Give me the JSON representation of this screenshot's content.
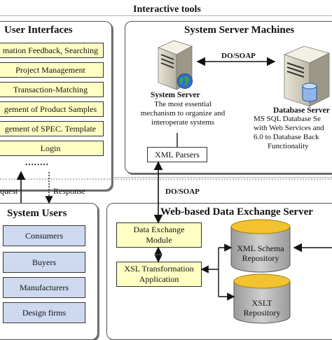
{
  "top_title": "Interactive tools",
  "user_interfaces": {
    "title": "User Interfaces",
    "items": [
      "mation Feedback, Searching",
      "Project Management",
      "Transaction-Matching",
      "gement of Product Samples",
      "gement of SPEC. Template",
      "Login"
    ],
    "ellipsis": "........"
  },
  "system_server_machines": {
    "title": "System Server Machines",
    "link_label": "DO/SOAP",
    "system_server": {
      "name": "System Server",
      "description": [
        "The most essential",
        "mechanism to organize and",
        "interoperate systems"
      ]
    },
    "database_server": {
      "name": "Database Server",
      "description": [
        "MS SQL Database Se",
        "with Web Services and",
        "6.0 to Database Back",
        "Functionality"
      ]
    },
    "xml_parsers": "XML Parsers"
  },
  "flow_labels": {
    "request": "quest",
    "response": "Response",
    "do_soap": "DO/SOAP"
  },
  "system_users": {
    "title": "System Users",
    "items": [
      "Consumers",
      "Buyers",
      "Manufacturers",
      "Design firms"
    ]
  },
  "web_exchange": {
    "title": "Web-based Data Exchange Server",
    "modules": [
      [
        "Data Exchange",
        "Module"
      ],
      [
        "XSL Transformation",
        "Application"
      ]
    ],
    "repositories": [
      [
        "XML Schema",
        "Repository"
      ],
      [
        "XSLT",
        "Repository"
      ]
    ]
  },
  "colors": {
    "module_fill": "#ffffc4",
    "user_fill": "#c9d6ee",
    "repository_fill": "#b8b8b8"
  }
}
